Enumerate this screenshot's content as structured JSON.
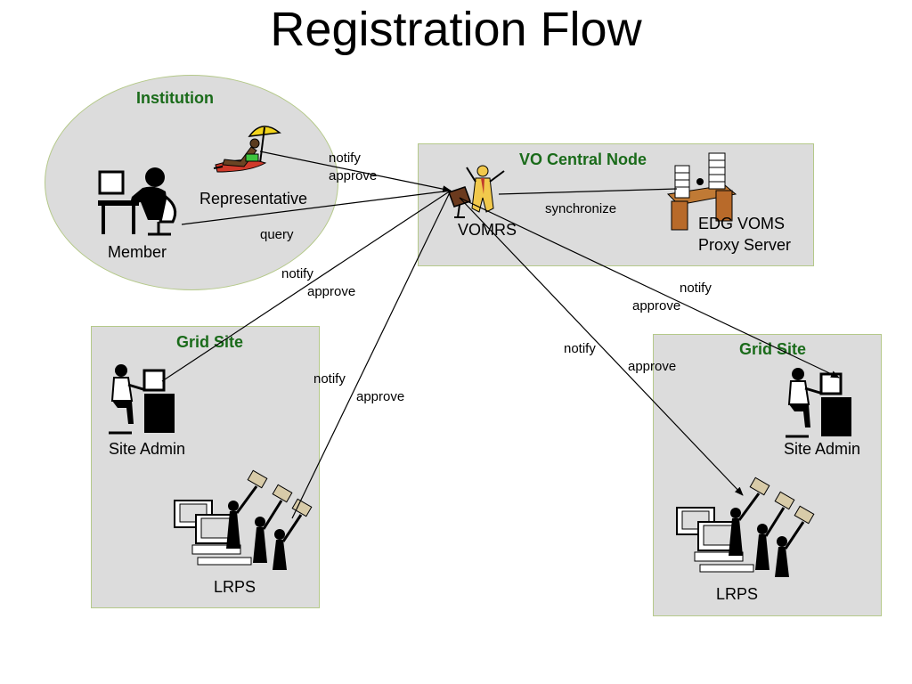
{
  "title": "Registration Flow",
  "regions": {
    "institution": "Institution",
    "vo_central": "VO Central Node",
    "grid_site_left": "Grid Site",
    "grid_site_right": "Grid Site"
  },
  "nodes": {
    "representative": "Representative",
    "member": "Member",
    "vomrs": "VOMRS",
    "edg_voms_line1": "EDG VOMS",
    "edg_voms_line2": "Proxy Server",
    "site_admin_left": "Site Admin",
    "lrps_left": "LRPS",
    "site_admin_right": "Site Admin",
    "lrps_right": "LRPS"
  },
  "edges": {
    "rep_notify": "notify",
    "rep_approve": "approve",
    "member_query": "query",
    "sync": "synchronize",
    "left_admin_notify": "notify",
    "left_admin_approve": "approve",
    "left_lrps_notify": "notify",
    "left_lrps_approve": "approve",
    "right_admin_notify": "notify",
    "right_admin_approve": "approve",
    "right_lrps_notify": "notify",
    "right_lrps_approve": "approve"
  }
}
